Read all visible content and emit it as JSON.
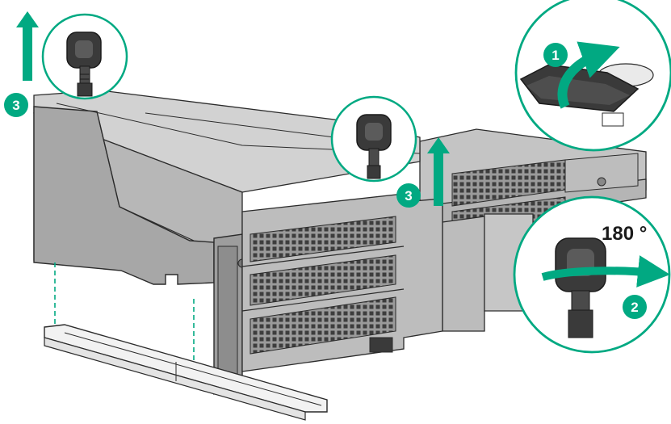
{
  "callouts": {
    "step1": "1",
    "step2": "2",
    "step3_left": "3",
    "step3_center": "3"
  },
  "rotation_label": "180 °",
  "colors": {
    "accent": "#01A982",
    "accent_dark": "#0b7a5e",
    "metal_light": "#c9c9c9",
    "metal_mid": "#a9a9a9",
    "metal_dark": "#6a6a6a",
    "outline": "#2b2b2b",
    "knob": "#3a3a3a"
  },
  "icons": [
    "up-arrow-icon",
    "rotate-arrow-icon",
    "thumbscrew-icon"
  ]
}
